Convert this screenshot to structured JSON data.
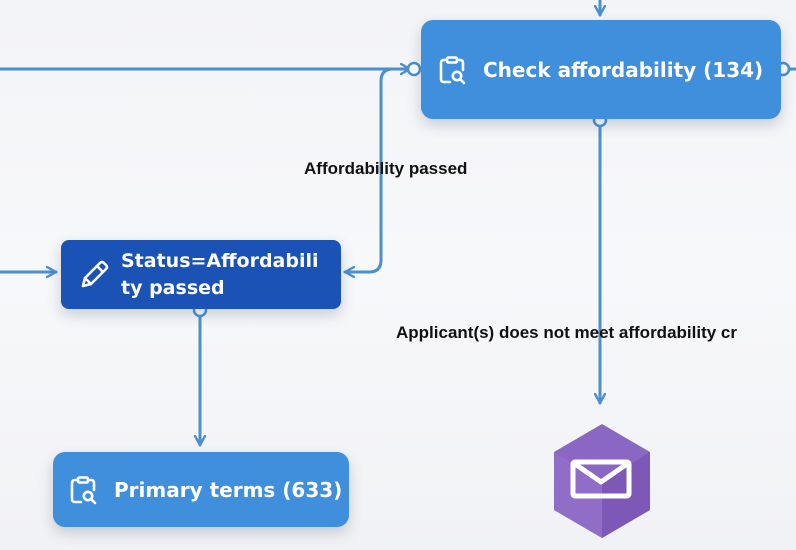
{
  "nodes": {
    "check_affordability": {
      "label": "Check affordability (134)",
      "icon": "clipboard-check-icon",
      "color": "#3f8fdc"
    },
    "status_affordability": {
      "label": "Status=Affordability passed",
      "icon": "pencil-icon",
      "color": "#1b52b5"
    },
    "primary_terms": {
      "label": "Primary terms (633)",
      "icon": "clipboard-check-icon",
      "color": "#3f8fdc"
    },
    "email": {
      "icon": "envelope-icon",
      "color": "#8a67c2"
    }
  },
  "edges": {
    "affordability_passed": "Affordability passed",
    "does_not_meet": "Applicant(s) does not meet affordability cr"
  },
  "colors": {
    "connector": "#4a90cf",
    "background": "#f4f5f8"
  }
}
